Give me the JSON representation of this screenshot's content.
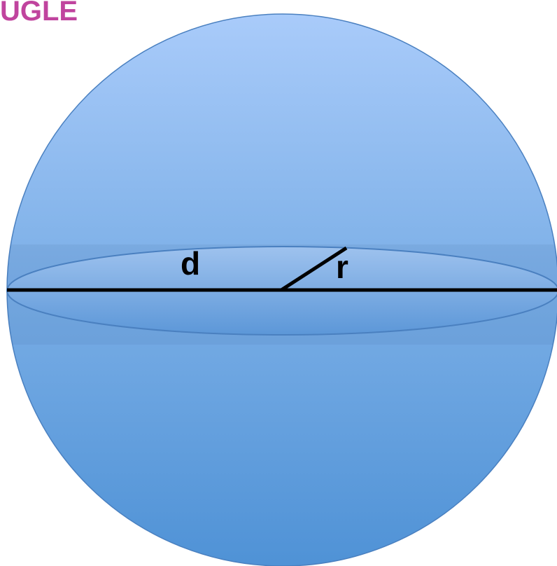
{
  "heading": "UGLE",
  "labels": {
    "diameter": "d",
    "radius": "r"
  },
  "colors": {
    "heading": "#c0449e",
    "sphere_top": "#a9cbfa",
    "sphere_bottom": "#4f92d6",
    "outline": "#4a80c0",
    "line": "#000000"
  }
}
